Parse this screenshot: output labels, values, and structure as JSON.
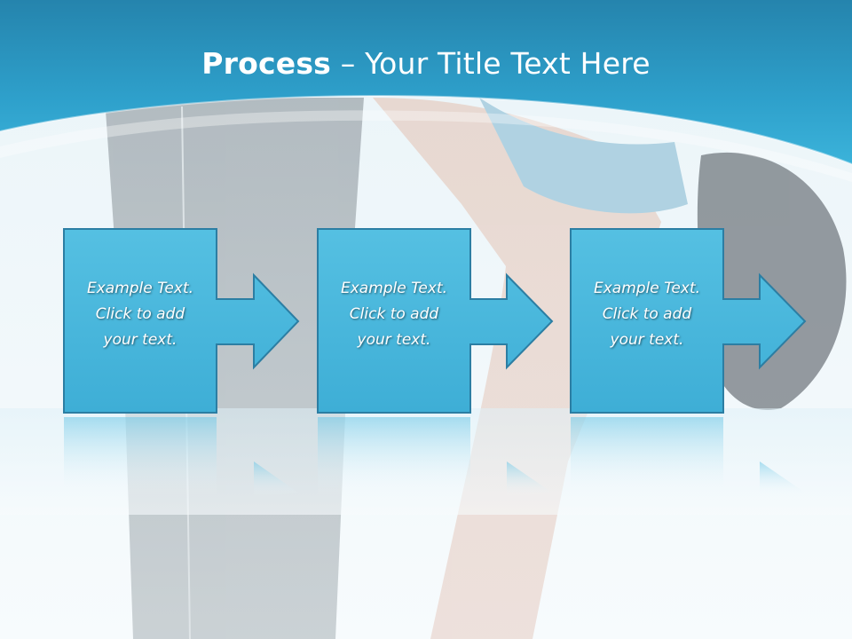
{
  "title": {
    "strong": "Process",
    "light": " – Your Title Text Here"
  },
  "steps": [
    {
      "line1": "Example Text.",
      "line2": "Click  to add",
      "line3": "your text."
    },
    {
      "line1": "Example Text.",
      "line2": "Click  to add",
      "line3": "your text."
    },
    {
      "line1": "Example Text.",
      "line2": "Click  to add",
      "line3": "your text."
    }
  ],
  "colors": {
    "header": "#2a9cc6",
    "box": "#4ab8dc",
    "box_border": "#2c7ea3",
    "background": "#f4fafc"
  }
}
